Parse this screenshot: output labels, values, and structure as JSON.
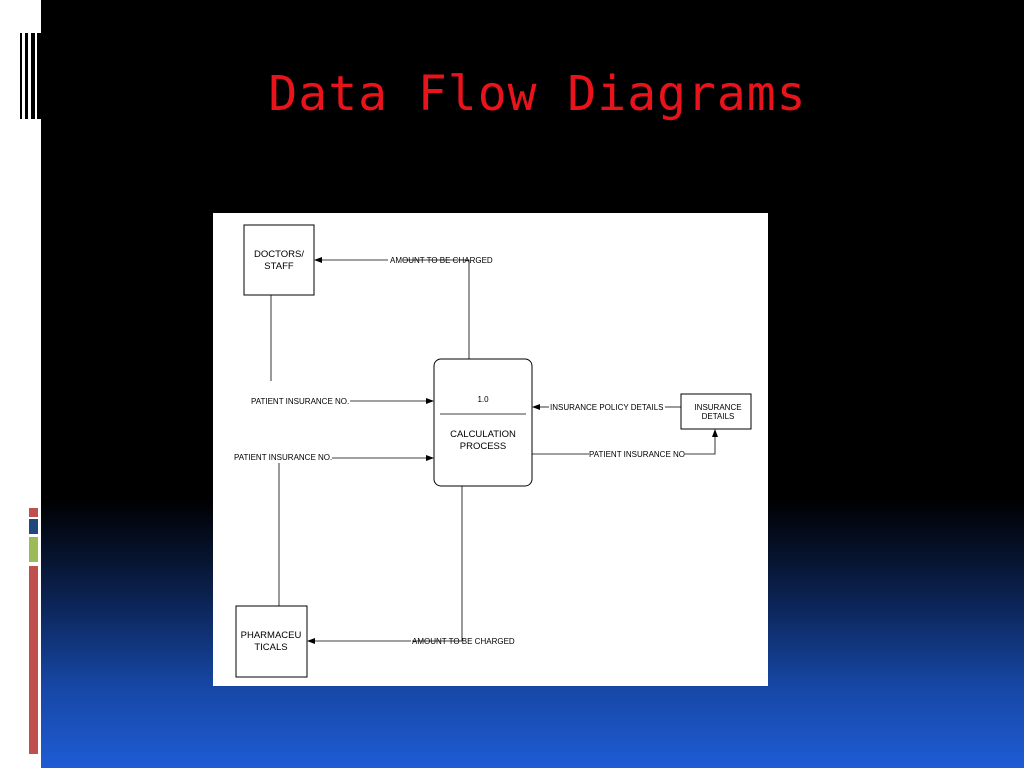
{
  "slide": {
    "title": "Data Flow Diagrams"
  },
  "diagram": {
    "entities": {
      "doctors_line1": "DOCTORS/",
      "doctors_line2": "STAFF",
      "pharma_line1": "PHARMACEU",
      "pharma_line2": "TICALS",
      "insurance_line1": "INSURANCE",
      "insurance_line2": "DETAILS"
    },
    "process": {
      "number": "1.0",
      "line1": "CALCULATION",
      "line2": "PROCESS"
    },
    "flows": {
      "amount_top": "AMOUNT TO BE CHARGED",
      "patient_ins_1": "PATIENT INSURANCE NO.",
      "patient_ins_2": "PATIENT INSURANCE NO.",
      "policy_details": "INSURANCE POLICY DETAILS",
      "patient_ins_out": "PATIENT INSURANCE NO",
      "amount_bottom": "AMOUNT TO BE CHARGED"
    }
  },
  "colors": {
    "title": "#e8131b",
    "accent_red": "#c0504d",
    "accent_blue": "#1f497d",
    "accent_green": "#9bbb59"
  }
}
